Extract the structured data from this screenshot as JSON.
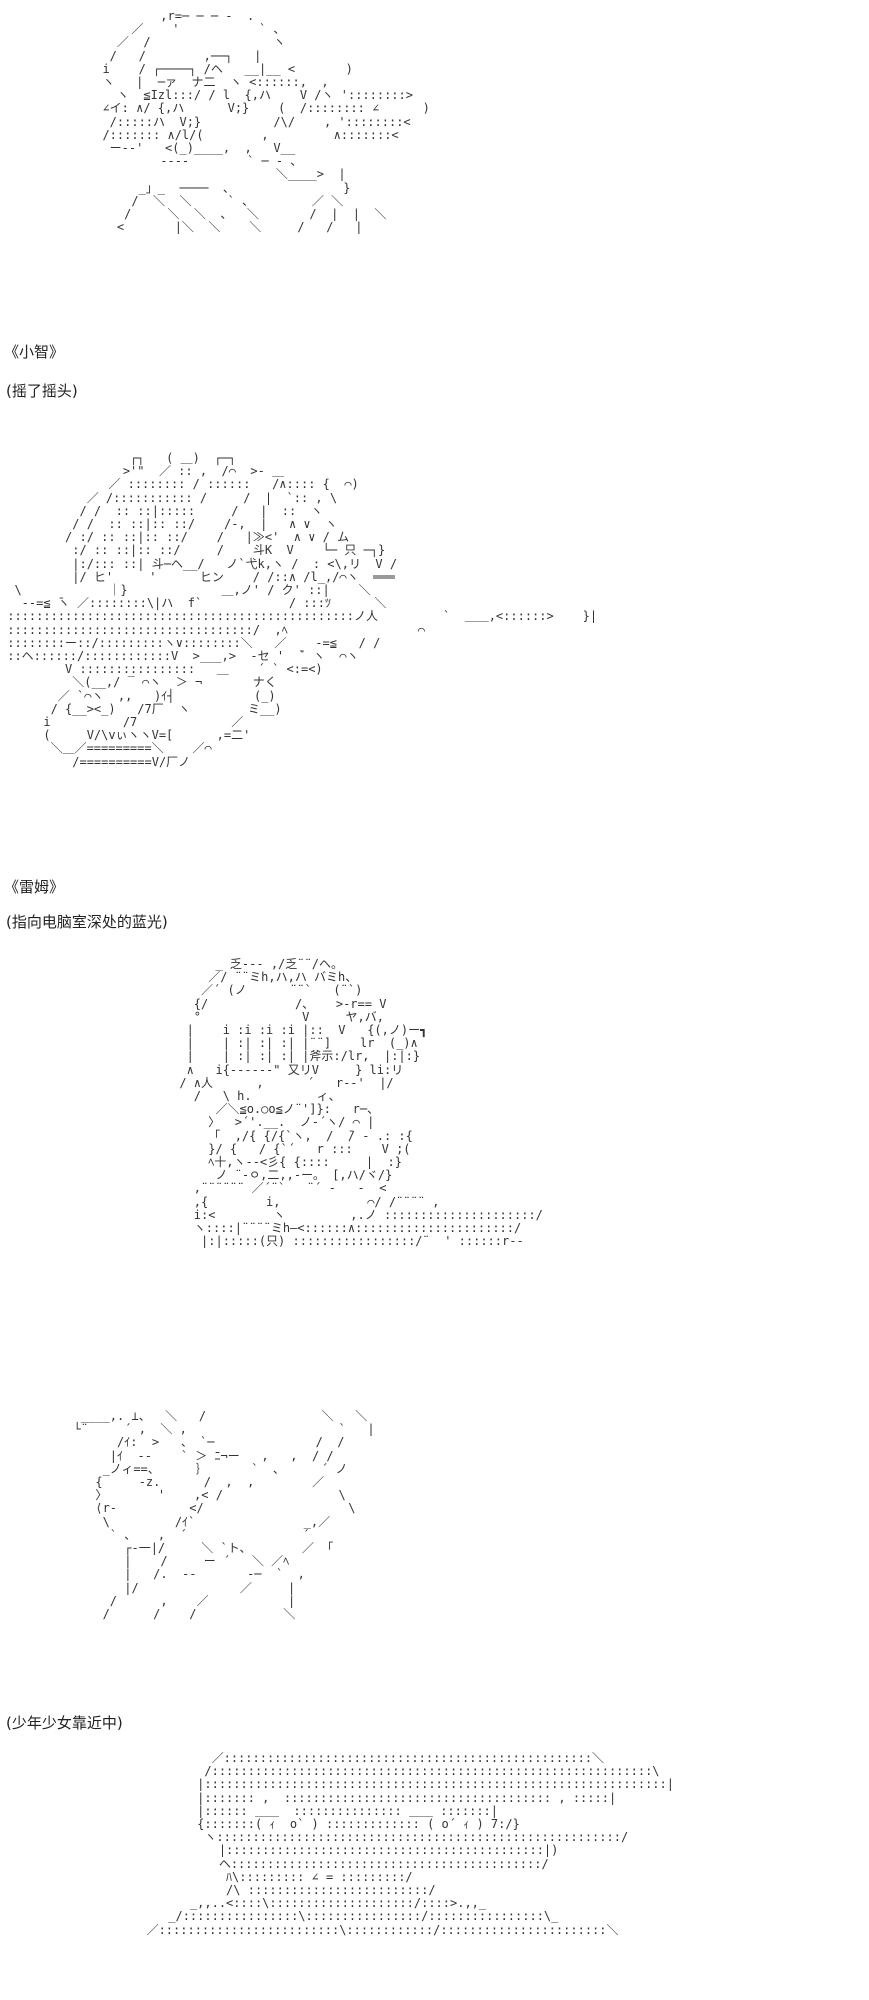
{
  "panels": [
    {
      "art": "          ,r=─ ─ ─ -  .\n      ／    '           ` 、\n    ／  /                 ヽ\n   /   /        ,──┐   |\n  i    / ┌────┐ /ヘ   __|__ <       )\n  ヽ   |  ─ァ  ナ二  ヽ <::::::,  ,\n    ヽ  ≦Izl:::/ / l  {,ハ    V /ヽ '::::::::>\n  ∠イ: ∧/ {,ハ      V;}    (  /:::::::: ∠      )\n   /:::::ハ  V;}          /\\/    , '::::::::<\n  /::::::: ∧/l/(        ,         ∧:::::::<\n   ー--'   <(_)____,  ,   V__\n          ‐--‐        ` ─ ‐ 、\n                          ＼____>  |\n       _」_  ────  、               }\n      /  ＼  ＼     ` 、        ／ ＼\n     /     ＼  ＼  、  ＼       /  |  |  ＼\n    <       |＼  ＼    ＼     /   /   |",
      "caption": "《小智》"
    },
    {
      "art": "                  ┌┐   ( ＿)  ┌─┐\n                 >'\"  ／ :: ,  /⌒  >- ＿\n               ／ :::::::: / ::::::   /∧:::: {  ⌒)\n            ／ /::::::::::: /     /  |  `:: , \\\n           / /  :: ::|:::::     /   |  ::  ヽ\n          / /  :: ::|:: ::/    /‐,  |   ∧ ∨  ヽ\n         / :/ :: ::|:: ::/    /   |≫<'  ∧ ∨ / ム\n          :/ :: ::|:: ::/     /    斗K  V    └─ 只 ─┐}\n          |:/::: ::| 斗─ヘ__/   ノ`弋k,ヽ /  : <\\,リ  V /\n          |/ ヒ'     '      ヒン    / /::∧ /l_,/⌒ヽ  ═══\n  \\            ｜}             ＿,ノ' / ク' ::|    ＼\n   --=≦ ̄ヽ ／::::::::\\|ハ  f`            / :::ﾂ      ＼\n ::::::::::::::::::::::::::::::::::::::::::::::::ノ人         `  ＿＿,<::::::>    }|\n ::::::::::::::::::::::::::::::::::/  ,ﾍ                  ⌒\n ::::::::ー::/:::::::::ヽ∨::::::::＼   ／    -=≦   / /   \n ::ヘ::::::/::::::::::::V  >___,>  -セ '  ̄` ヽ  ⌒ヽ\n         V ::::::::::::::::   ＿    ´ ` <:=<)\n          ＼(__,/ ‾ ⌒ヽ  ＞ ¬       ナく\n        ／ `⌒ヽ  ,,   )ｲ┤           (_)\n       / {__><_)   /7厂  ヽ        ミ__)\n      i          /7             ／\n      (     V/\\vぃヽヽV=[      ,=二'\n       ＼＿／=========＼    ／⌒\n          /==========V/厂ノ",
      "caption": "《雷姆》"
    },
    {
      "art": "           _ 乏‐‐‐ ,/乏¨¨/ヘ。\n          ／/ ¨¨ミh,ハ,ハ バミh、\n         ／´ (ノ      ¨¨`   (¨`)\n        {/            /、   >‐r== V\n        °              V     ヤ,バ,\n       |    i :i :i :i |::  V   {(,ノ)ー┓\n       |    | :| :| :| |¨¨]    lr  (_)∧\n       |    | :| :| :| |斧示:/lr,  |:|:}\n       ∧   i{-----‐\" 又リV     } li:リ\n      / ∧人      ,      ´   r-‐'  |/\n        /   \\ h.         ィ、\n           ／＼≦o.○o≦ノ¨']}:   r─、\n          〉  >´'.__.  ノ‐´ヽ/ ⌒ |\n          「  ,/{ {/{`ヽ,  /  ̄/ - .: :{\n          }/ {   / {`´   r :::    V ;(\n          ﾍ十,ヽ‐‐<彡{ {::::     |  :}\n           ノ ¨‐ㅇ,二,,‐ー。 [,ハ/ヾ/}\n        ,¨¨¨¨¨¨ ／´¨`   ¨´ ‐   -  <\n        ,{        i,            ⌒/ /¨¨¨¨ ,\n        i:<        ヽ         ,.ノ :::::::::::::::::::::/\n        ヽ::::|¨¨¨¨ミh―<::::::∧::::::::::::::::::::::/\n         |:|:::::(只) :::::::::::::::::/¨  ' ::::::r-‐",
      "caption": "《指向电脑室深处的蓝光》"
    },
    {
      "art": "    ____,. ⊥、  ＼   /                ＼   ＼\n   └¨     ´ ,  ＼ ,                     `   |\n         /ｲ:  >   、 `─              /  /\n        |ｲ  ‐-    ` ＞ ﾆ¬ー   ,   ,  / /\n       _ノィ==、     ｝      `  、     ´ ノ\n      {     ‐z.      /  ,  ,        ／\n      〉       '    ,< /                \\\n      ⟨r-          </                    \\\n       \\         /ｲ`               _,／\n        ` 、   ,  ´                ´\n          ┌‐一|/     ＼ `ト、       ／ 「\n          |    /     ー ´   ＼ ／ﾍ\n          |   /.  ‐-       ‐─  `  ,\n          |/              ／     |\n        /      ,    ／           |\n       /      /    /            ＼",
      "caption": "(少年少女靠近中)"
    },
    {
      "art": "                ／:::::::::::::::::::::::::::::::::::::::::::::::::::＼\n               /:::::::::::::::::::::::::::::::::::::::::::::::::::::::::::::\\\n              |::::::::::::::::::::::::::::::::::::::::::::::::::::::::::::::::|\n              |::::::: ,  ::::::::::::::::::::::::::::::::::::: , :::::|\n              |:::::: ＿＿  ::::::::::::::: ＿＿ :::::::|\n              {:::::::( ｨ  o` ) ::::::::::::: ( o´ ｨ ) 7:/}\n               ヽ::::::::::::::::::::::::::::::::::::::::::::::::::::::::/\n                 |::::::::::::::::::::::::::::::::::::::::::::|)\n                 ヘ:::::::::::::::::::::::::::::::::::::::::::/\n                  ﾊ\\::::::::: ∠ = :::::::::/\n                  /\\ :::::::::::::::::::::::::/\n             _,,..<::::\\::::::::::::::::::::/::::>.,,_\n          _/::::::::::::::::\\::::::::::::::::/::::::::::::::::\\_\n       ／:::::::::::::::::::::::::\\::::::::::::/:::::::::::::::::::::::＼",
      "caption": ""
    }
  ],
  "notes": {
    "line1": "(摇了摇头)",
    "line2": "(指向电脑室深处的蓝光)"
  },
  "captions": {
    "satoshi": "《小智》",
    "shake": "(摇了摇头)",
    "rem": "《雷姆》",
    "point": "(指向电脑室深处的蓝光)",
    "approach": "(少年少女靠近中)"
  }
}
